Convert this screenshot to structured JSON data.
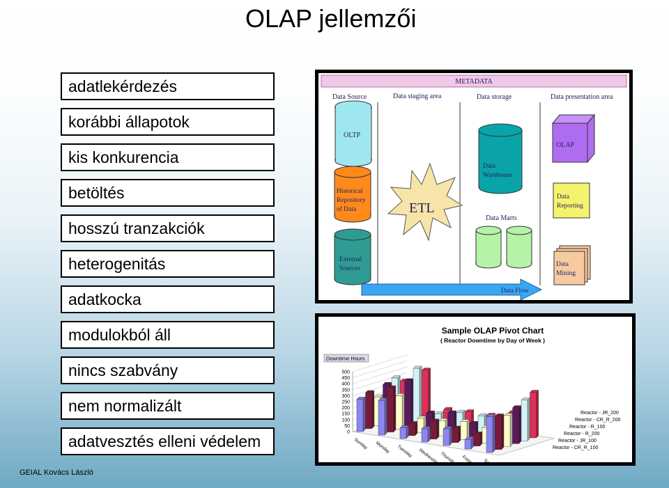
{
  "title": "OLAP jellemzői",
  "items": [
    "adatlekérdezés",
    "korábbi állapotok",
    "kis konkurencia",
    "betöltés",
    "hosszú tranzakciók",
    "heterogenitás",
    "adatkocka",
    "modulokból áll",
    "nincs szabvány",
    "nem normalizált",
    "adatvesztés elleni védelem"
  ],
  "footer": "GEIAL Kovács László",
  "diagram": {
    "metadata": "METADATA",
    "columns": [
      "Data Source",
      "Data staging area",
      "Data storage",
      "Data presentation area"
    ],
    "oltp": "OLTP",
    "historical": [
      "Historical",
      "Repository",
      "of Data"
    ],
    "external": [
      "External",
      "Sources"
    ],
    "etl": "ETL",
    "warehouse": [
      "Data",
      "Warehouse"
    ],
    "marts": "Data Marts",
    "olap": "OLAP",
    "reporting": [
      "Data",
      "Reporting"
    ],
    "mining": [
      "Data",
      "Mining"
    ],
    "flow": "Data Flow",
    "colors": {
      "oltp": "#9fe7ef",
      "historical": "#ff8a1c",
      "external": "#2f9c93",
      "warehouse": "#0aa3a8",
      "marts": "#b5f3a8",
      "olap": "#b06cf1",
      "reporting": "#f5f36d",
      "mining": "#f7caa0",
      "etl": "#f7e4a8",
      "flow": "#3aa6f2"
    }
  },
  "chart_data": {
    "type": "bar",
    "title": "Sample OLAP Pivot Chart",
    "subtitle": "( Reactor Downtime by Day of Week )",
    "ylabel": "Downtime Hours",
    "ylim": [
      0,
      500
    ],
    "yticks": [
      0,
      50,
      100,
      150,
      200,
      250,
      300,
      350,
      400,
      450,
      500
    ],
    "categories": [
      "Sunday",
      "Monday",
      "Tuesday",
      "Wednesday",
      "Thursday",
      "Friday",
      "Saturday"
    ],
    "series": [
      {
        "name": "Reactor - CR_R_100",
        "color": "#8b86f0",
        "values": [
          270,
          290,
          90,
          110,
          140,
          80,
          300
        ]
      },
      {
        "name": "Reactor - JR_100",
        "color": "#7a1a3a",
        "values": [
          300,
          370,
          100,
          150,
          120,
          100,
          280
        ]
      },
      {
        "name": "Reactor - R_200",
        "color": "#ffffcc",
        "values": [
          240,
          280,
          120,
          130,
          150,
          130,
          260
        ]
      },
      {
        "name": "Reactor - R_100",
        "color": "#5a1a5a",
        "values": [
          320,
          380,
          140,
          170,
          110,
          130,
          300
        ]
      },
      {
        "name": "Reactor - CR_R_200",
        "color": "#d2f2f6",
        "values": [
          350,
          460,
          110,
          150,
          150,
          150,
          340
        ]
      },
      {
        "name": "Reactor - JR_200",
        "color": "#e0305a",
        "values": [
          300,
          420,
          120,
          130,
          130,
          180,
          380
        ]
      }
    ],
    "legend_order": [
      "Reactor - JR_200",
      "Reactor - CR_R_200",
      "Reactor - R_100",
      "Reactor - R_200",
      "Reactor - JR_100",
      "Reactor - CR_R_100"
    ]
  }
}
